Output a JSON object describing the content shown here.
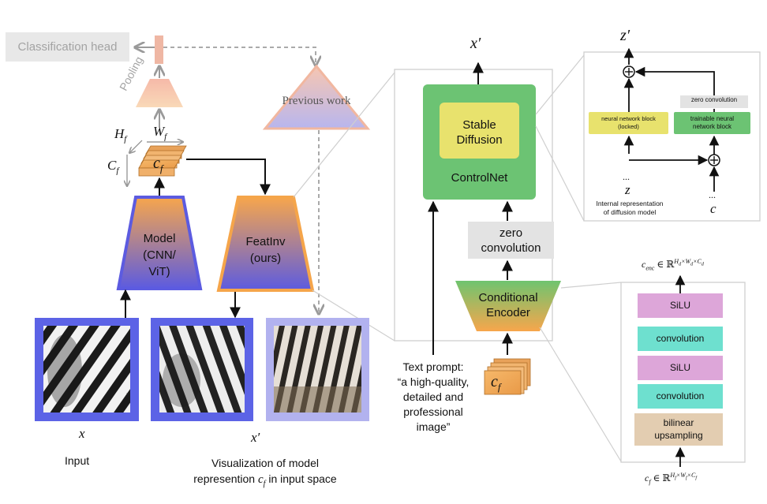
{
  "left": {
    "classification_head": "Classification head",
    "pooling": "Pooling",
    "previous_work": "Previous work",
    "hf": "H",
    "hf_sub": "f",
    "wf": "W",
    "wf_sub": "f",
    "cf_left": "C",
    "cf_left_sub": "f",
    "cf_stack": "c",
    "cf_stack_sub": "f",
    "model_line1": "Model",
    "model_line2": "(CNN/",
    "model_line3": "ViT)",
    "featinv_line1": "FeatInv",
    "featinv_line2": "(ours)",
    "x_label": "x",
    "xprime_label": "x′",
    "input_label": "Input",
    "vis_line1": "Visualization of model",
    "vis_line2_a": "represention ",
    "vis_line2_b": " in input space"
  },
  "middle": {
    "xprime_top": "x′",
    "stable_line1": "Stable",
    "stable_line2": "Diffusion",
    "controlnet": "ControlNet",
    "zero_conv_line1": "zero",
    "zero_conv_line2": "convolution",
    "cond_line1": "Conditional",
    "cond_line2": "Encoder",
    "prompt_line1": "Text prompt:",
    "prompt_line2": "“a high-quality,",
    "prompt_line3": "detailed and",
    "prompt_line4": "professional",
    "prompt_line5": "image”"
  },
  "topright": {
    "zprime": "z′",
    "zero_conv": "zero  convolution",
    "nn_locked_line1": "neural network block",
    "nn_locked_line2": "(locked)",
    "trainable_line1": "trainable neural",
    "trainable_line2": "network block",
    "dots1": "...",
    "z": "z",
    "internal_line1": "Internal representation",
    "internal_line2": "of diffusion model",
    "dots2": "...",
    "c": "c"
  },
  "bottomright": {
    "cenc": "c",
    "cenc_sub": "enc",
    "cenc_in": "∈ ℝ",
    "cenc_sup": "H",
    "cenc_sup_d": "d",
    "cenc_sup_x1": "×W",
    "cenc_sup_d2": "d",
    "cenc_sup_x2": "×C",
    "cenc_sup_d3": "d",
    "layers": [
      "SiLU",
      "convolution",
      "SiLU",
      "convolution"
    ],
    "upsampling_line1": "bilinear",
    "upsampling_line2": "upsampling",
    "cf_bottom": "c",
    "cf_bottom_sub": "f",
    "cf_bottom_in": "∈ ℝ",
    "cf_bottom_sup": "H",
    "cf_bottom_sup_f1": "f",
    "cf_bottom_sup_x1": "×W",
    "cf_bottom_sup_f2": "f",
    "cf_bottom_sup_x2": "×C",
    "cf_bottom_sup_f3": "f"
  },
  "colors": {
    "blue": "#5b63e6",
    "orange": "#f5a54a",
    "green": "#6cc373",
    "yellow": "#e8e26d",
    "silu": "#dda6d9",
    "conv": "#6ee0cf",
    "upsample": "#e3cdb1",
    "prev": "#f3b6a0",
    "grey": "#e3e3e3"
  }
}
